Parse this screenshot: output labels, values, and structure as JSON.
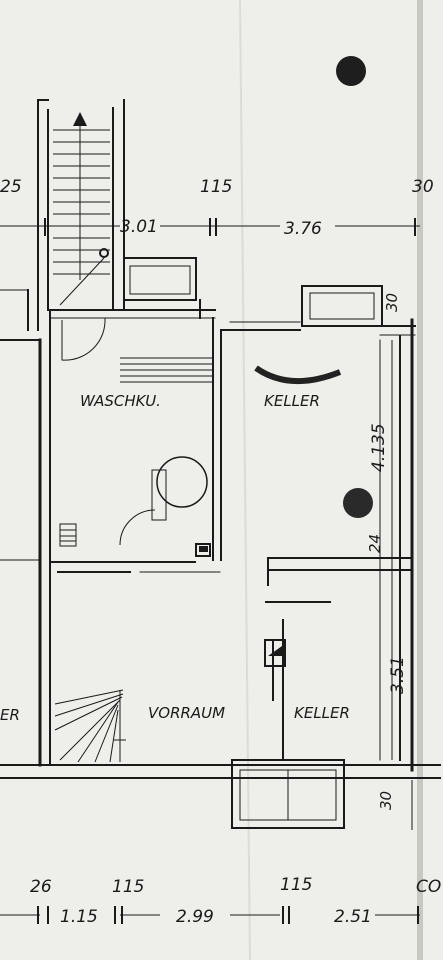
{
  "rooms": {
    "waschku": "WASCHKU.",
    "keller_top": "KELLER",
    "vorraum": "VORRAUM",
    "keller_bottom": "KELLER",
    "left_edge": "ER"
  },
  "dims_top": {
    "d25": "25",
    "d115": "115",
    "d30": "30",
    "d301": "3.01",
    "d376": "3.76"
  },
  "dims_right": {
    "d30a": "30",
    "d4135": "4.135",
    "d24": "24",
    "d351": "3.51",
    "d30b": "30"
  },
  "dims_bottom": {
    "d26": "26",
    "d115a": "115",
    "d115b": "115",
    "d115c": "1.15",
    "d299": "2.99",
    "d251": "2.51",
    "d_co": "CO"
  },
  "colors": {
    "paper": "#eeeeea",
    "ink": "#1a1a1a"
  }
}
